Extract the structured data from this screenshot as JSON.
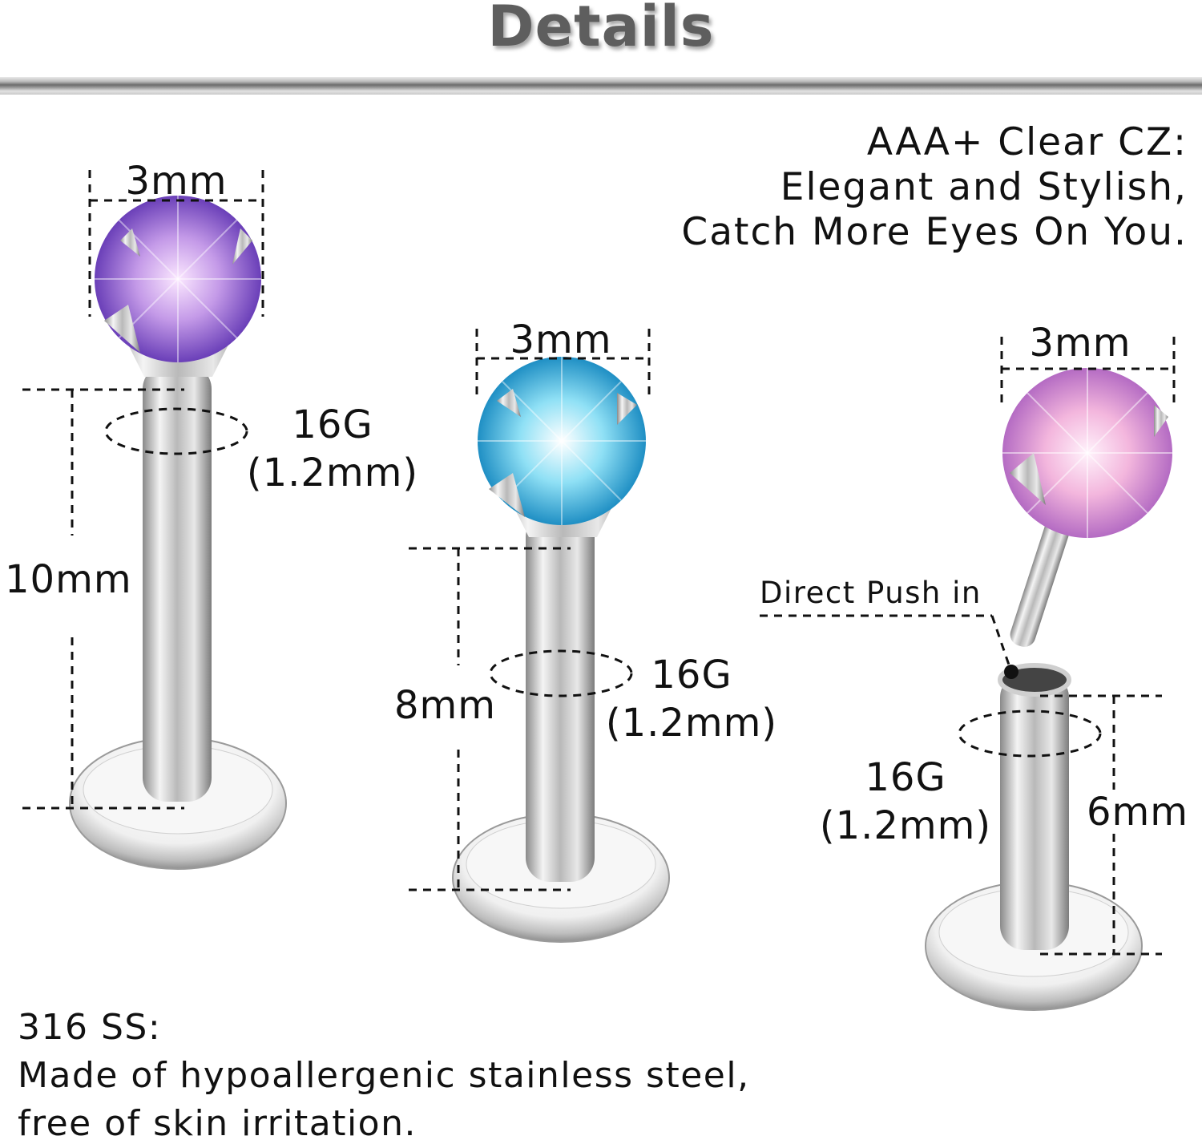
{
  "header": {
    "title": "Details"
  },
  "features": {
    "cz": {
      "line1": "AAA+ Clear CZ:",
      "line2": "Elegant and Stylish,",
      "line3": "Catch More Eyes On You."
    },
    "material": {
      "line1": "316 SS:",
      "line2": "Made of hypoallergenic stainless steel,",
      "line3": "free of skin irritation."
    }
  },
  "products": [
    {
      "gem_size": "3mm",
      "gauge": "16G",
      "gauge_mm": "(1.2mm)",
      "length": "10mm",
      "gem_color": "#b48ae6"
    },
    {
      "gem_size": "3mm",
      "gauge": "16G",
      "gauge_mm": "(1.2mm)",
      "length": "8mm",
      "gem_color": "#6fd0ee"
    },
    {
      "gem_size": "3mm",
      "gauge": "16G",
      "gauge_mm": "(1.2mm)",
      "length": "6mm",
      "gem_color": "#f2b0dc",
      "note": "Direct Push in"
    }
  ]
}
